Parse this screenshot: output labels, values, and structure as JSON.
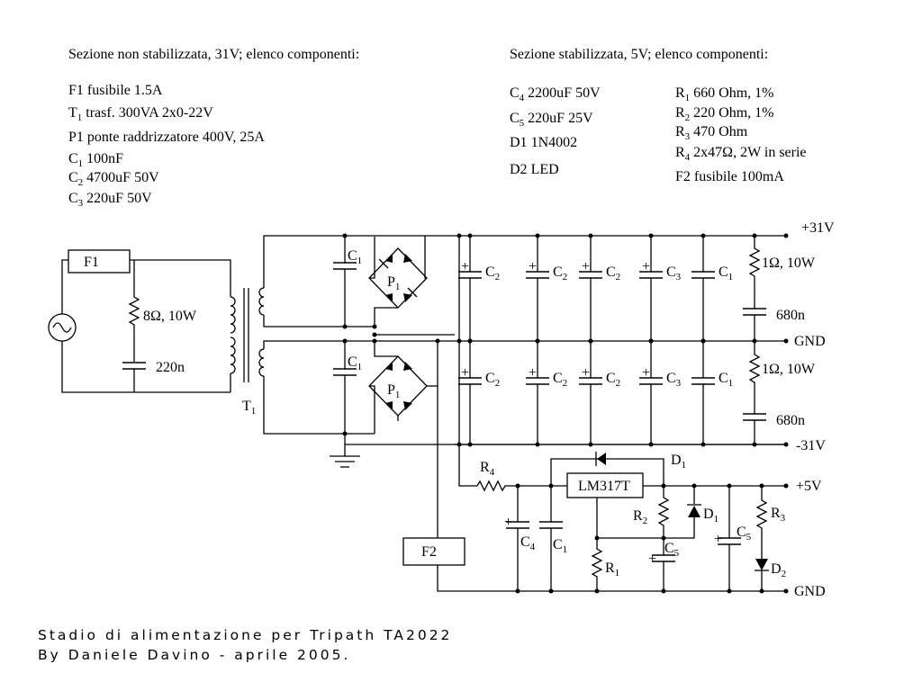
{
  "sections": {
    "unstabilized_header": "Sezione non stabilizzata, 31V; elenco componenti:",
    "stabilized_header": "Sezione stabilizzata, 5V; elenco componenti:"
  },
  "parts_unstabilized": [
    {
      "name": "F1",
      "sub": "",
      "desc": " fusibile 1.5A"
    },
    {
      "name": "T",
      "sub": "1",
      "desc": " trasf. 300VA 2x0-22V"
    },
    {
      "name": "P1",
      "sub": "",
      "desc": " ponte raddrizzatore 400V, 25A"
    },
    {
      "name": "C",
      "sub": "1",
      "desc": " 100nF"
    },
    {
      "name": "C",
      "sub": "2",
      "desc": " 4700uF 50V"
    },
    {
      "name": "C",
      "sub": "3",
      "desc": " 220uF 50V"
    }
  ],
  "parts_stabilized_a": [
    {
      "name": "C",
      "sub": "4",
      "desc": " 2200uF 50V"
    },
    {
      "name": "C",
      "sub": "5",
      "desc": " 220uF 25V"
    },
    {
      "name": "D1",
      "sub": "",
      "desc": " 1N4002"
    },
    {
      "name": "D2",
      "sub": "",
      "desc": " LED"
    }
  ],
  "parts_stabilized_b": [
    {
      "name": "R",
      "sub": "1",
      "desc": " 660 Ohm, 1%"
    },
    {
      "name": "R",
      "sub": "2",
      "desc": " 220 Ohm, 1%"
    },
    {
      "name": "R",
      "sub": "3",
      "desc": " 470 Ohm"
    },
    {
      "name": "R",
      "sub": "4",
      "desc": " 2x47Ω, 2W in serie"
    },
    {
      "name": "F2",
      "sub": "",
      "desc": " fusibile 100mA"
    }
  ],
  "rails": {
    "pos31": "+31V",
    "gnd_top": "GND",
    "neg31": "-31V",
    "pos5": "+5V",
    "gnd_bottom": "GND"
  },
  "labels": {
    "f1": "F1",
    "f2": "F2",
    "r_snub": "8Ω, 10W",
    "c_snub": "220n",
    "t1_main": "T",
    "t1_sub": "1",
    "cap_c": "C",
    "cap_sub_1": "1",
    "cap_sub_2": "2",
    "cap_sub_3": "3",
    "cap_sub_4": "4",
    "cap_sub_5": "5",
    "bridge_p": "P",
    "bridge_sub": "1",
    "r_bleed": "1Ω, 10W",
    "c_bleed": "680n",
    "regulator": "LM317T",
    "r_main": "R",
    "d_main": "D",
    "sub_1": "1",
    "sub_2": "2",
    "sub_3": "3",
    "sub_4": "4",
    "plus": "+"
  },
  "caption": {
    "line1": "Stadio di alimentazione per Tripath TA2022",
    "line2": "By Daniele Davino - aprile 2005."
  }
}
